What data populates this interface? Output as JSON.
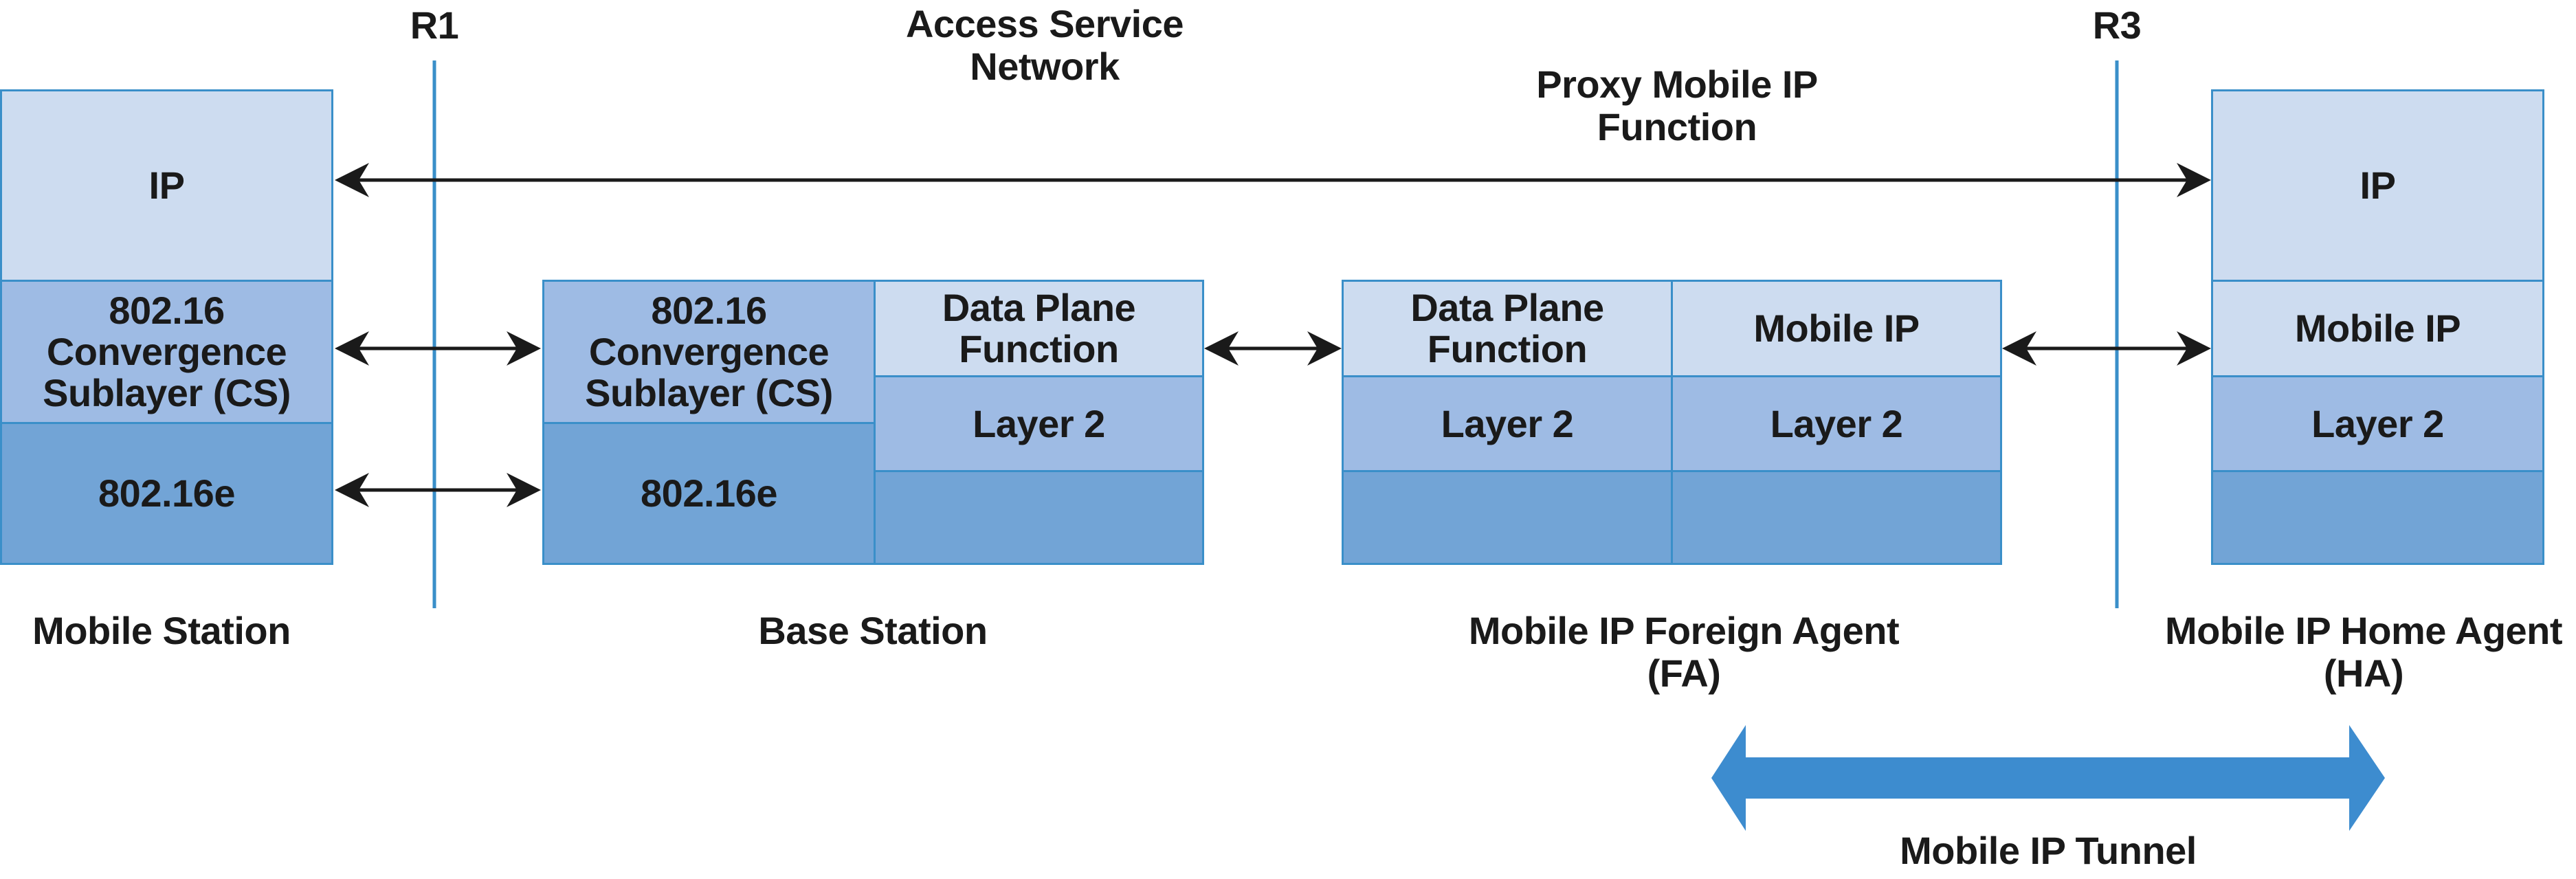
{
  "reference_points": {
    "r1": "R1",
    "r3": "R3"
  },
  "headings": {
    "access_service_network": "Access Service\nNetwork",
    "proxy_mobile_ip_function": "Proxy Mobile IP\nFunction"
  },
  "mobile_station": {
    "name": "Mobile Station",
    "ip": "IP",
    "cs": "802.16\nConvergence\nSublayer (CS)",
    "phy": "802.16e"
  },
  "base_station": {
    "name": "Base Station",
    "cs": "802.16\nConvergence\nSublayer (CS)",
    "phy": "802.16e",
    "data_plane": "Data Plane\nFunction",
    "layer2": "Layer 2"
  },
  "foreign_agent": {
    "name": "Mobile IP Foreign Agent\n(FA)",
    "data_plane": "Data Plane\nFunction",
    "mobile_ip": "Mobile IP",
    "layer2_left": "Layer 2",
    "layer2_right": "Layer 2"
  },
  "home_agent": {
    "name": "Mobile IP Home Agent\n(HA)",
    "ip": "IP",
    "mobile_ip": "Mobile IP",
    "layer2": "Layer 2"
  },
  "tunnel": {
    "label": "Mobile IP Tunnel"
  },
  "colors": {
    "light": "#cddcf0",
    "medium": "#9ebbe4",
    "dark": "#72a4d6",
    "border": "#3a8fc9",
    "tunnel": "#3d8ccf",
    "arrow": "#1a1a1a"
  }
}
